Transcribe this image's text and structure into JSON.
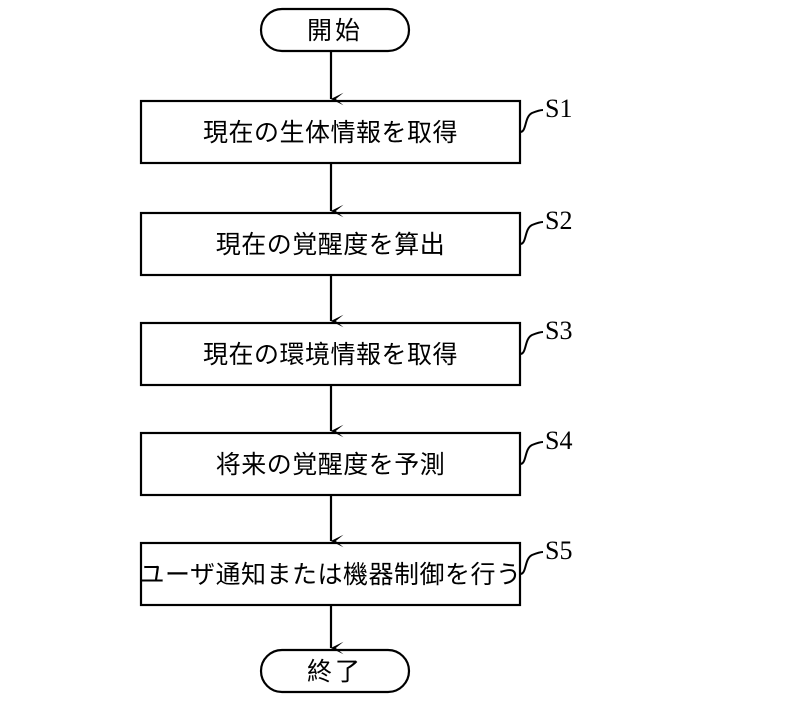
{
  "diagram": {
    "type": "flowchart",
    "title": "",
    "orientation": "vertical",
    "stroke_color": "#000000",
    "background_color": "#ffffff",
    "nodes": [
      {
        "id": "start",
        "shape": "terminator",
        "label": "開始",
        "step_label": ""
      },
      {
        "id": "s1",
        "shape": "process",
        "label": "現在の生体情報を取得",
        "step_label": "S1"
      },
      {
        "id": "s2",
        "shape": "process",
        "label": "現在の覚醒度を算出",
        "step_label": "S2"
      },
      {
        "id": "s3",
        "shape": "process",
        "label": "現在の環境情報を取得",
        "step_label": "S3"
      },
      {
        "id": "s4",
        "shape": "process",
        "label": "将来の覚醒度を予測",
        "step_label": "S4"
      },
      {
        "id": "s5",
        "shape": "process",
        "label": "ユーザ通知または機器制御を行う",
        "step_label": "S5"
      },
      {
        "id": "end",
        "shape": "terminator",
        "label": "終了",
        "step_label": ""
      }
    ],
    "edges": [
      {
        "from": "start",
        "to": "s1",
        "style": "arrow"
      },
      {
        "from": "s1",
        "to": "s2",
        "style": "arrow"
      },
      {
        "from": "s2",
        "to": "s3",
        "style": "arrow"
      },
      {
        "from": "s3",
        "to": "s4",
        "style": "arrow"
      },
      {
        "from": "s4",
        "to": "s5",
        "style": "arrow"
      },
      {
        "from": "s5",
        "to": "end",
        "style": "arrow"
      }
    ]
  }
}
